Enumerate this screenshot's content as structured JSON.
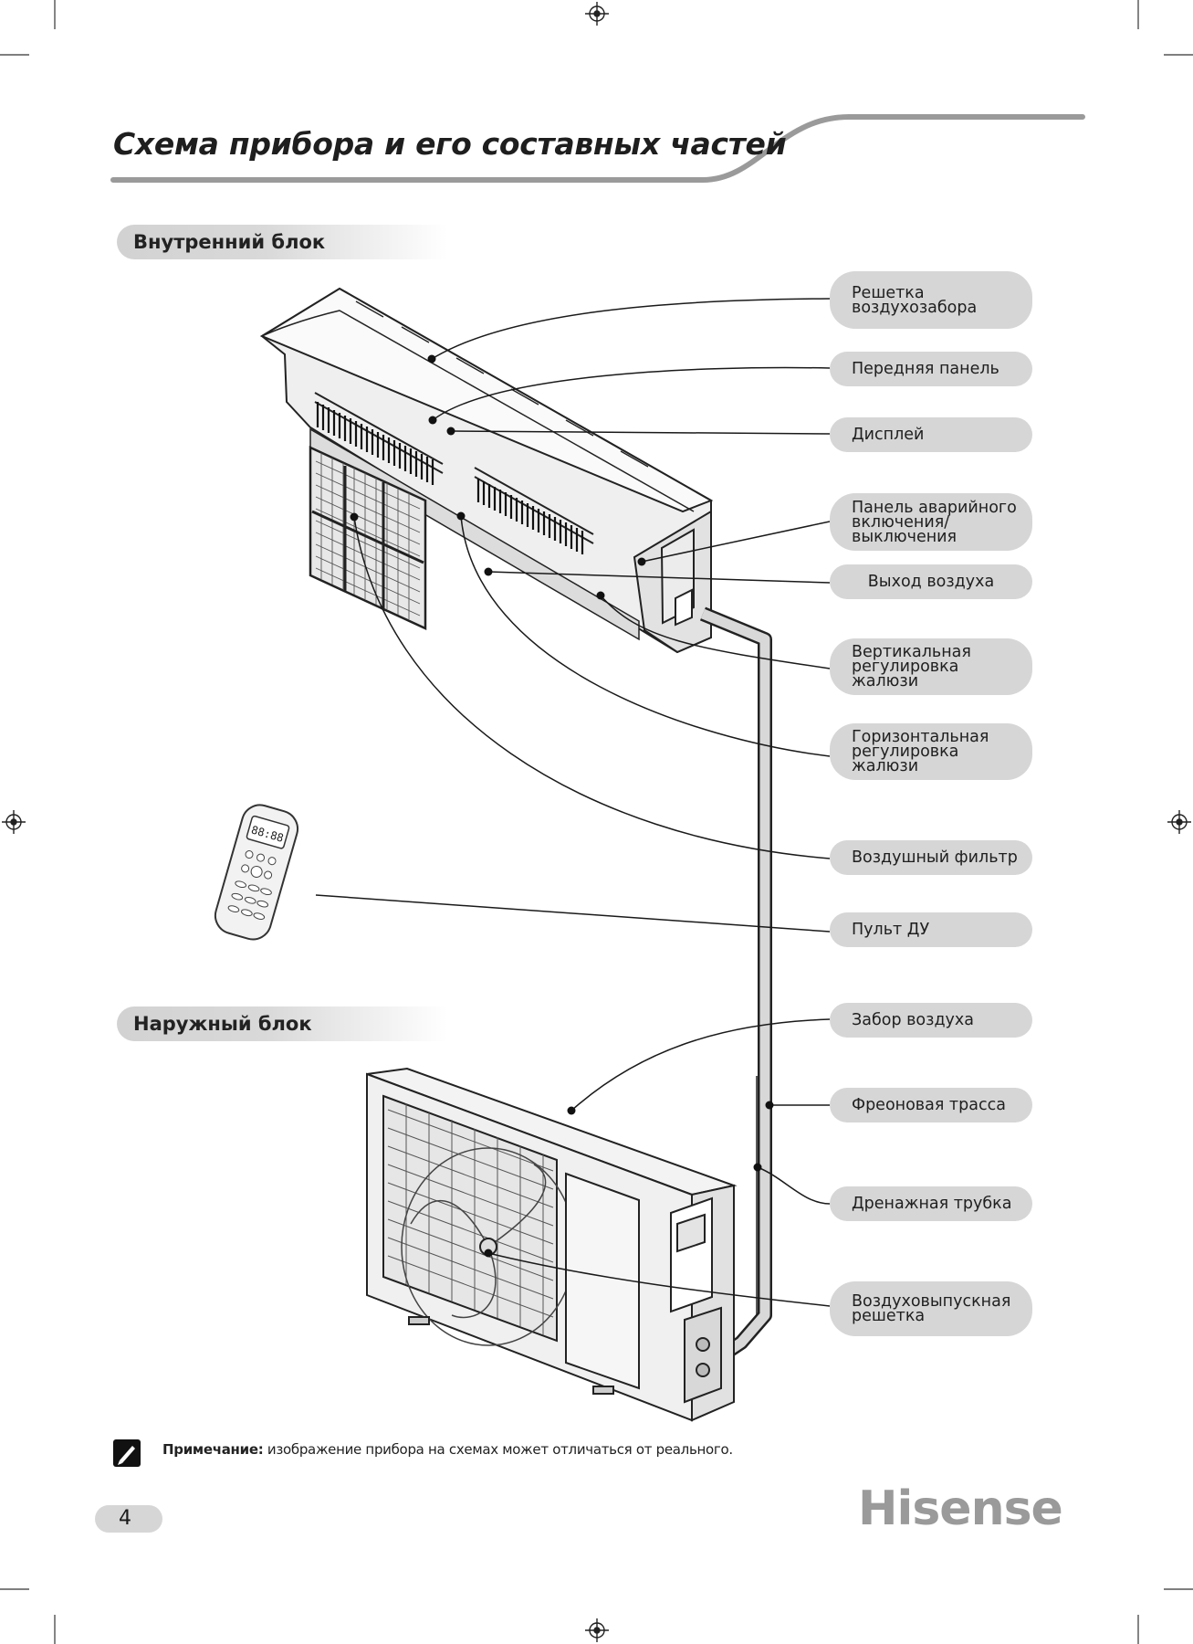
{
  "page": {
    "title": "Схема прибора и его составных частей",
    "sections": {
      "indoor": "Внутренний блок",
      "outdoor": "Наружный блок"
    },
    "labels": [
      {
        "id": "intake-grille",
        "text": "Решетка\nвоздухозабора"
      },
      {
        "id": "front-panel",
        "text": "Передняя панель"
      },
      {
        "id": "display",
        "text": "Дисплей"
      },
      {
        "id": "emergency-panel",
        "text": "Панель аварийного\nвключения/\nвыключения"
      },
      {
        "id": "air-outlet",
        "text": "Выход воздуха"
      },
      {
        "id": "vertical-louver",
        "text": "Вертикальная\nрегулировка жалюзи"
      },
      {
        "id": "horizontal-louver",
        "text": "Горизонтальная\nрегулировка жалюзи"
      },
      {
        "id": "air-filter",
        "text": "Воздушный фильтр"
      },
      {
        "id": "remote",
        "text": "Пульт ДУ"
      },
      {
        "id": "air-intake",
        "text": "Забор воздуха"
      },
      {
        "id": "refrigerant-line",
        "text": "Фреоновая трасса"
      },
      {
        "id": "drain-pipe",
        "text": "Дренажная трубка"
      },
      {
        "id": "outlet-grille",
        "text": "Воздуховыпускная\nрешетка"
      }
    ],
    "note": {
      "label": "Примечание:",
      "text": " изображение прибора на схемах может отличаться от реального."
    },
    "page_number": "4",
    "brand": "Hisense",
    "remote_display": "88:88"
  }
}
